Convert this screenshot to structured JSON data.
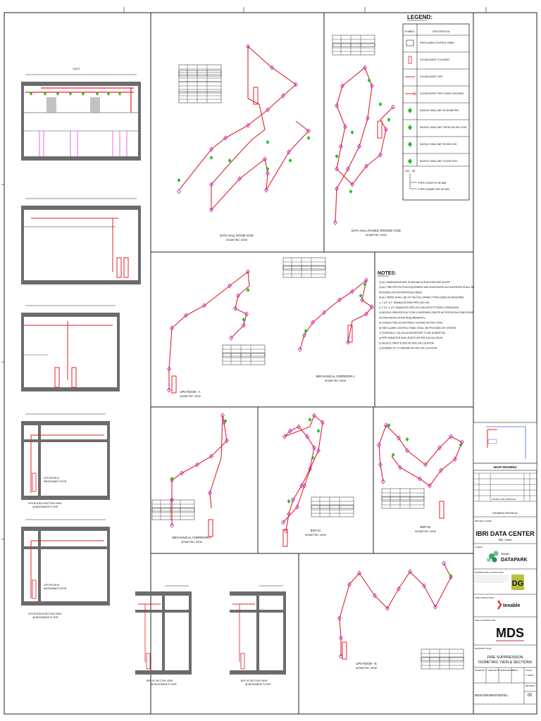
{
  "legend": {
    "title": "LEGEND:",
    "symbol_header": "SYMBOL",
    "description_header": "DESCRIPTION",
    "items": [
      "FIRE ALARM CONTROL PANEL",
      "CLEAN AGENT CYLINDER",
      "CLEAN AGENT PIPE",
      "CLEAN AGENT PIPE GOING UP/DOWN",
      "NOZZLE HEAD 360° IN ISOMETRIC",
      "NOZZLE HEAD 360° FROM CEILING VOID",
      "NOZZLE HEAD 360° ROOM VOID",
      "NOZZLE HEAD 360° FLOOR VOID"
    ],
    "pipe_length": "PIPE LENGTH IN MM",
    "pipe_diameter": "PIPE DIAMETER IN MM"
  },
  "notes": {
    "title": "NOTES:",
    "lines": [
      "1) ALL DIMENSIONS ARE IN MM AND ELEVATIONS ARE IN MTR",
      "2) ALL FIRE PROTECTION EQUIPMENT AND ASSOCIATED ACCESSORIES SHALL BE",
      "   PROVIDED AS PER APPROVED MAKE.",
      "3) ALL PIPING SHALL BE OF THE FOLLOWING TYPES SIZED AS REQUIRED",
      "   a. 2 1/2\" & 1\" SEAMLESS ERW PIPE (SCH 40)",
      "   b. 2 1/2\" & 1/2\" SEAMLESS PIPE (SCH 80) WITH FITTINGS (THREADED)",
      "4) NOZZLE ORIENTATION TO BE CONFIRMED ONSITE AS PER ROOM CONDITIONS",
      "   AS PER INSTALLATION REQUIREMENTS.",
      "5) CONDUCTING ACCEPTANCE TESTING AS PER CODE.",
      "6) FIRE ALARM CONTROL PANEL SHALL BE PROVIDED BY OTHERS.",
      "7) HYDRAULIC CALCULATION REPORT TO BE SUBMITTED",
      "   a) PIPE DIAMETER AND LENGTH AS PER CALCULATION",
      "   b) NOZZLE ORIFICE SIZE AS PER CALCULATION",
      "   c) NUMBER OF CYLINDERS AS PER CALCULATION"
    ]
  },
  "views": {
    "data_hall_room": {
      "title": "DATA HALL ROOM VOID",
      "subtitle": "ISOMETRIC VIEW"
    },
    "data_hall_raised": {
      "title": "DATA HALL RAISED GROUND VOID",
      "subtitle": "ISOMETRIC VIEW"
    },
    "ups_room_a": {
      "title": "UPS ROOM - A",
      "subtitle": "ISOMETRIC VIEW"
    },
    "mech_corridor_1": {
      "title": "MECHANICAL CORRIDOR-1",
      "subtitle": "ISOMETRIC VIEW"
    },
    "mech_corridor_2": {
      "title": "MECHANICAL CORRIDOR-2",
      "subtitle": "ISOMETRIC VIEW"
    },
    "bsp_01": {
      "title": "BSP-01",
      "subtitle": "ISOMETRIC VIEW"
    },
    "bsp_02": {
      "title": "BSP-02",
      "subtitle": "ISOMETRIC VIEW"
    },
    "ups_room_b": {
      "title": "UPS ROOM - B",
      "subtitle": "ISOMETRIC VIEW"
    }
  },
  "sections": {
    "top_dim": "13470",
    "upsa_title": "UPS ROOM-A",
    "upsa_sub": "MEZZANINE FLOOR",
    "upsb_title": "UPS ROOM-B",
    "upsb_sub": "MEZZANINE FLOOR",
    "section_view": "UPS ROOM-A SECTION VIEW",
    "section_view_b": "UPS ROOM-B SECTION VIEW",
    "floor": "@ MEZZANINE FLOOR",
    "bsp_section_a": "BSP-01 SECTION VIEW",
    "bsp_section_b": "BSP-02 SECTION VIEW"
  },
  "title_block": {
    "shop_drawing": "SHOP DRAWING",
    "drawing_revision": "DRAWING REVISION",
    "project_label": "PROJECT NAME:",
    "project_name": "IBRI DATA CENTER",
    "project_location": "IBRI, OMAN",
    "client_label": "CLIENT:",
    "client_logo_top": "OMAN",
    "client_logo_bottom": "DATAPARK",
    "consultant_label": "SUPERVISION CONSULTANT:",
    "consultant_logo": "DG",
    "fire_consultant_label": "FIRE CONSULTANT:",
    "fire_consultant_logo": "tenable",
    "contractor_label": "MAIN CONTRACTOR:",
    "contractor_logo": "MDS",
    "drawing_title_label": "DRAWING TITLE:",
    "drawing_title_1": "FIRE SUPPRESSION",
    "drawing_title_2": "ISOMETRIC VIEW & SECTIONS",
    "drawn_by": "DRAWN BY",
    "checked_by": "CHECKED BY",
    "approved_by": "APPROVED BY",
    "date_label": "DATE",
    "scale_label": "SCALE",
    "scale_value": "1:75@A1",
    "revision_label": "REVISION",
    "revision_value": "00",
    "drawing_number": "MDS/ODP/IBRI/FSD/001",
    "rev_row_label": "ISSUED FOR APPROVAL"
  },
  "colors": {
    "pipe": "#e0202a",
    "nozzle": "#c020c0",
    "nozzle_green": "#20c020",
    "wall": "#6c6c6c",
    "magenta_line": "#e000e0"
  }
}
